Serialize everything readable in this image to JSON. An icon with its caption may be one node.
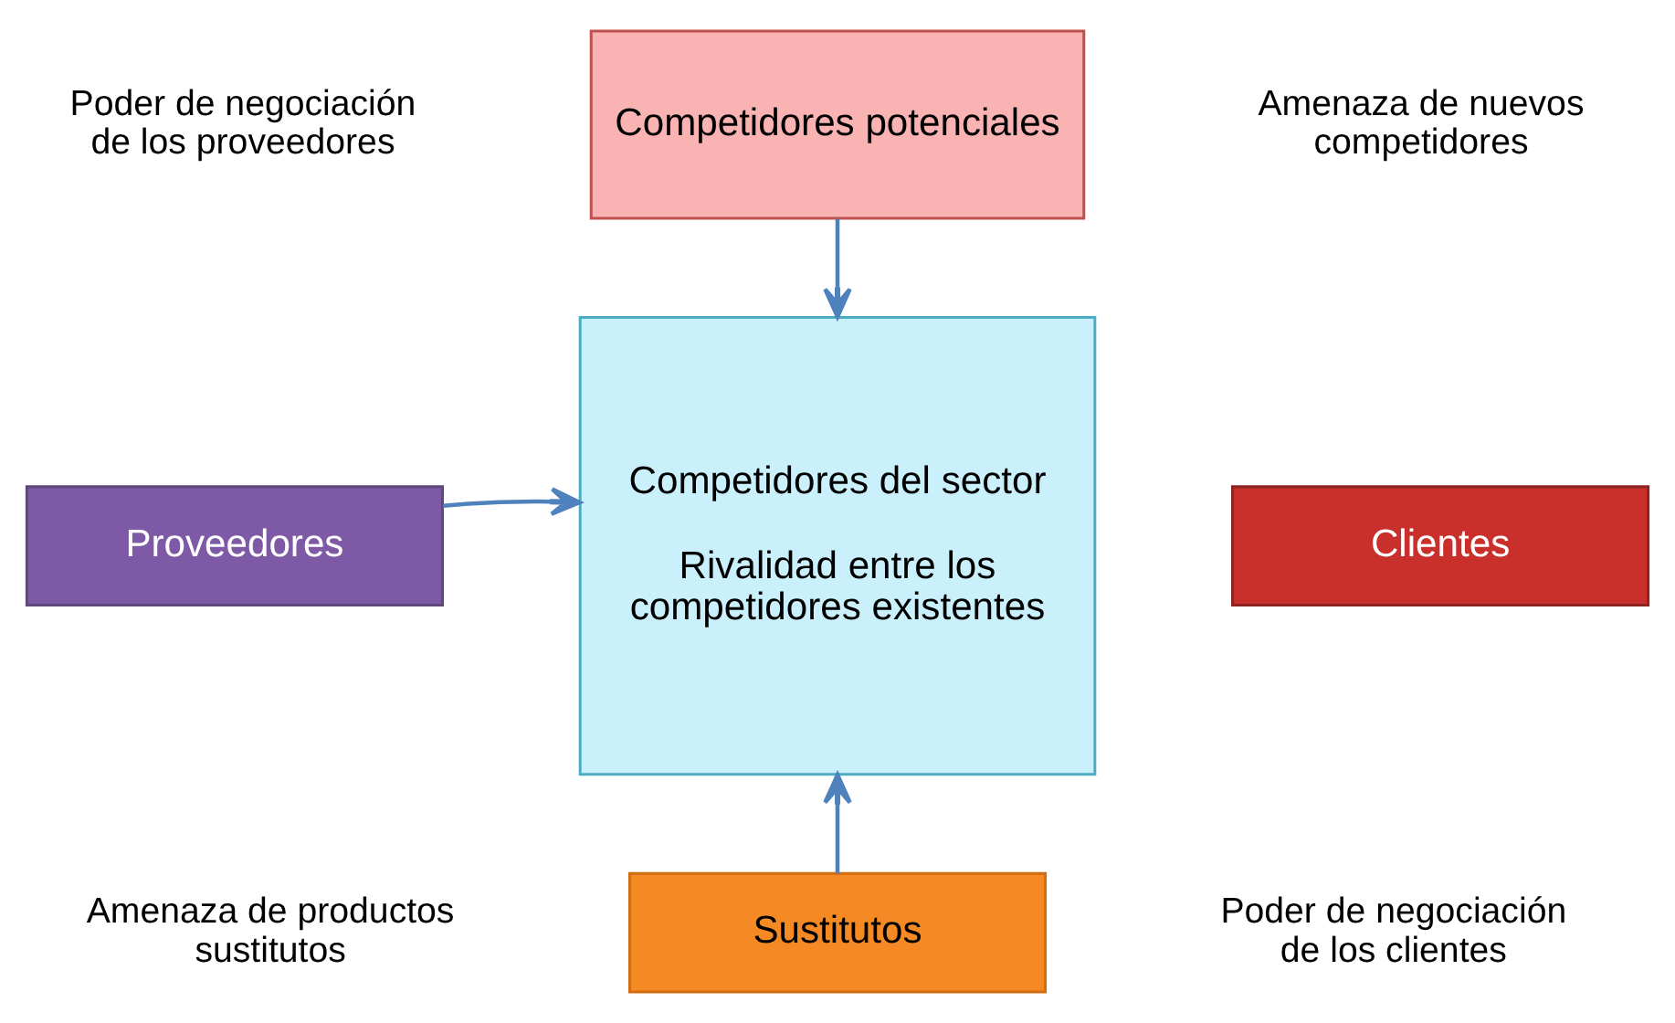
{
  "diagram": {
    "nodes": [
      {
        "text": [
          "Competidores potenciales"
        ]
      },
      {
        "text": [
          "Competidores del sector",
          "Rivalidad entre los competidores existentes"
        ]
      },
      {
        "text": [
          "Proveedores"
        ]
      },
      {
        "text": [
          "Clientes"
        ]
      },
      {
        "text": [
          "Sustitutos"
        ]
      }
    ],
    "edges": [
      {
        "from": 0,
        "to": 1,
        "arrow": "to"
      },
      {
        "from": 2,
        "to": 1,
        "arrow": "to"
      },
      {
        "from": 4,
        "to": 1,
        "arrow": "to"
      }
    ],
    "labels": [
      "Amenaza de nuevos competidores",
      "Poder de negociación de los proveedores",
      "Poder de negociación de los clientes",
      "Amenaza de productos sustitutos"
    ]
  }
}
